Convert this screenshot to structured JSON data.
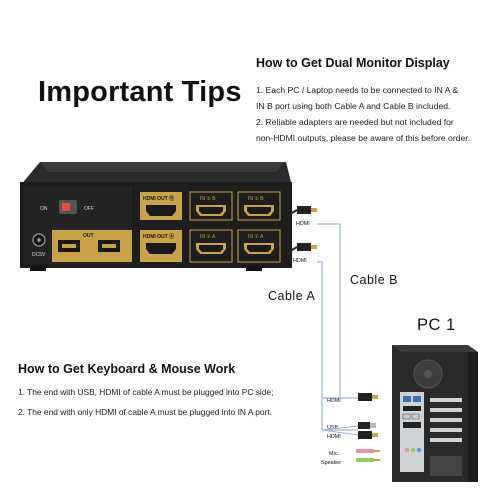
{
  "heading": "Important Tips",
  "dual_monitor": {
    "title": "How to Get Dual Monitor Display",
    "items": [
      "1. Each PC / Laptop needs to be connected to IN A &",
      "IN B port using both Cable A and Cable B included.",
      "2. Reliable adapters are needed but not included for",
      "non-HDMI outputs, please be aware of this before order."
    ]
  },
  "keyboard_mouse": {
    "title": "How to Get Keyboard & Mouse Work",
    "items": [
      "1. The end with USB, HDMI of cable A must be plugged into PC side;",
      "2. The end with only HDMI of cable A must be plugged into IN A port."
    ]
  },
  "device": {
    "switch_on": "ON",
    "switch_off": "OFF",
    "power": "DC5V",
    "out_usb": "OUT",
    "hdmi_out_b": "HDMI OUT Ⓑ",
    "in2_b": "IN ② B",
    "in1_b": "IN ① B",
    "hdmi_out_a": "HDMI OUT Ⓐ",
    "in2_a": "IN ② A",
    "in1_a": "IN ① A"
  },
  "cables": {
    "hdmi_top": "HDMI",
    "hdmi_mid": "HDMI",
    "cable_a": "Cable A",
    "cable_b": "Cable B",
    "hdmi_pc": "HDMI",
    "usb_pc": "USB",
    "hdmi_pc2": "HDMI",
    "mic": "Mic.",
    "speaker": "Speaker"
  },
  "pc_label": "PC 1",
  "colors": {
    "device_body": "#1c1c1c",
    "gold": "#c9a24a",
    "line": "#9fb7cf",
    "pc_tower": "#2a2a2a"
  }
}
